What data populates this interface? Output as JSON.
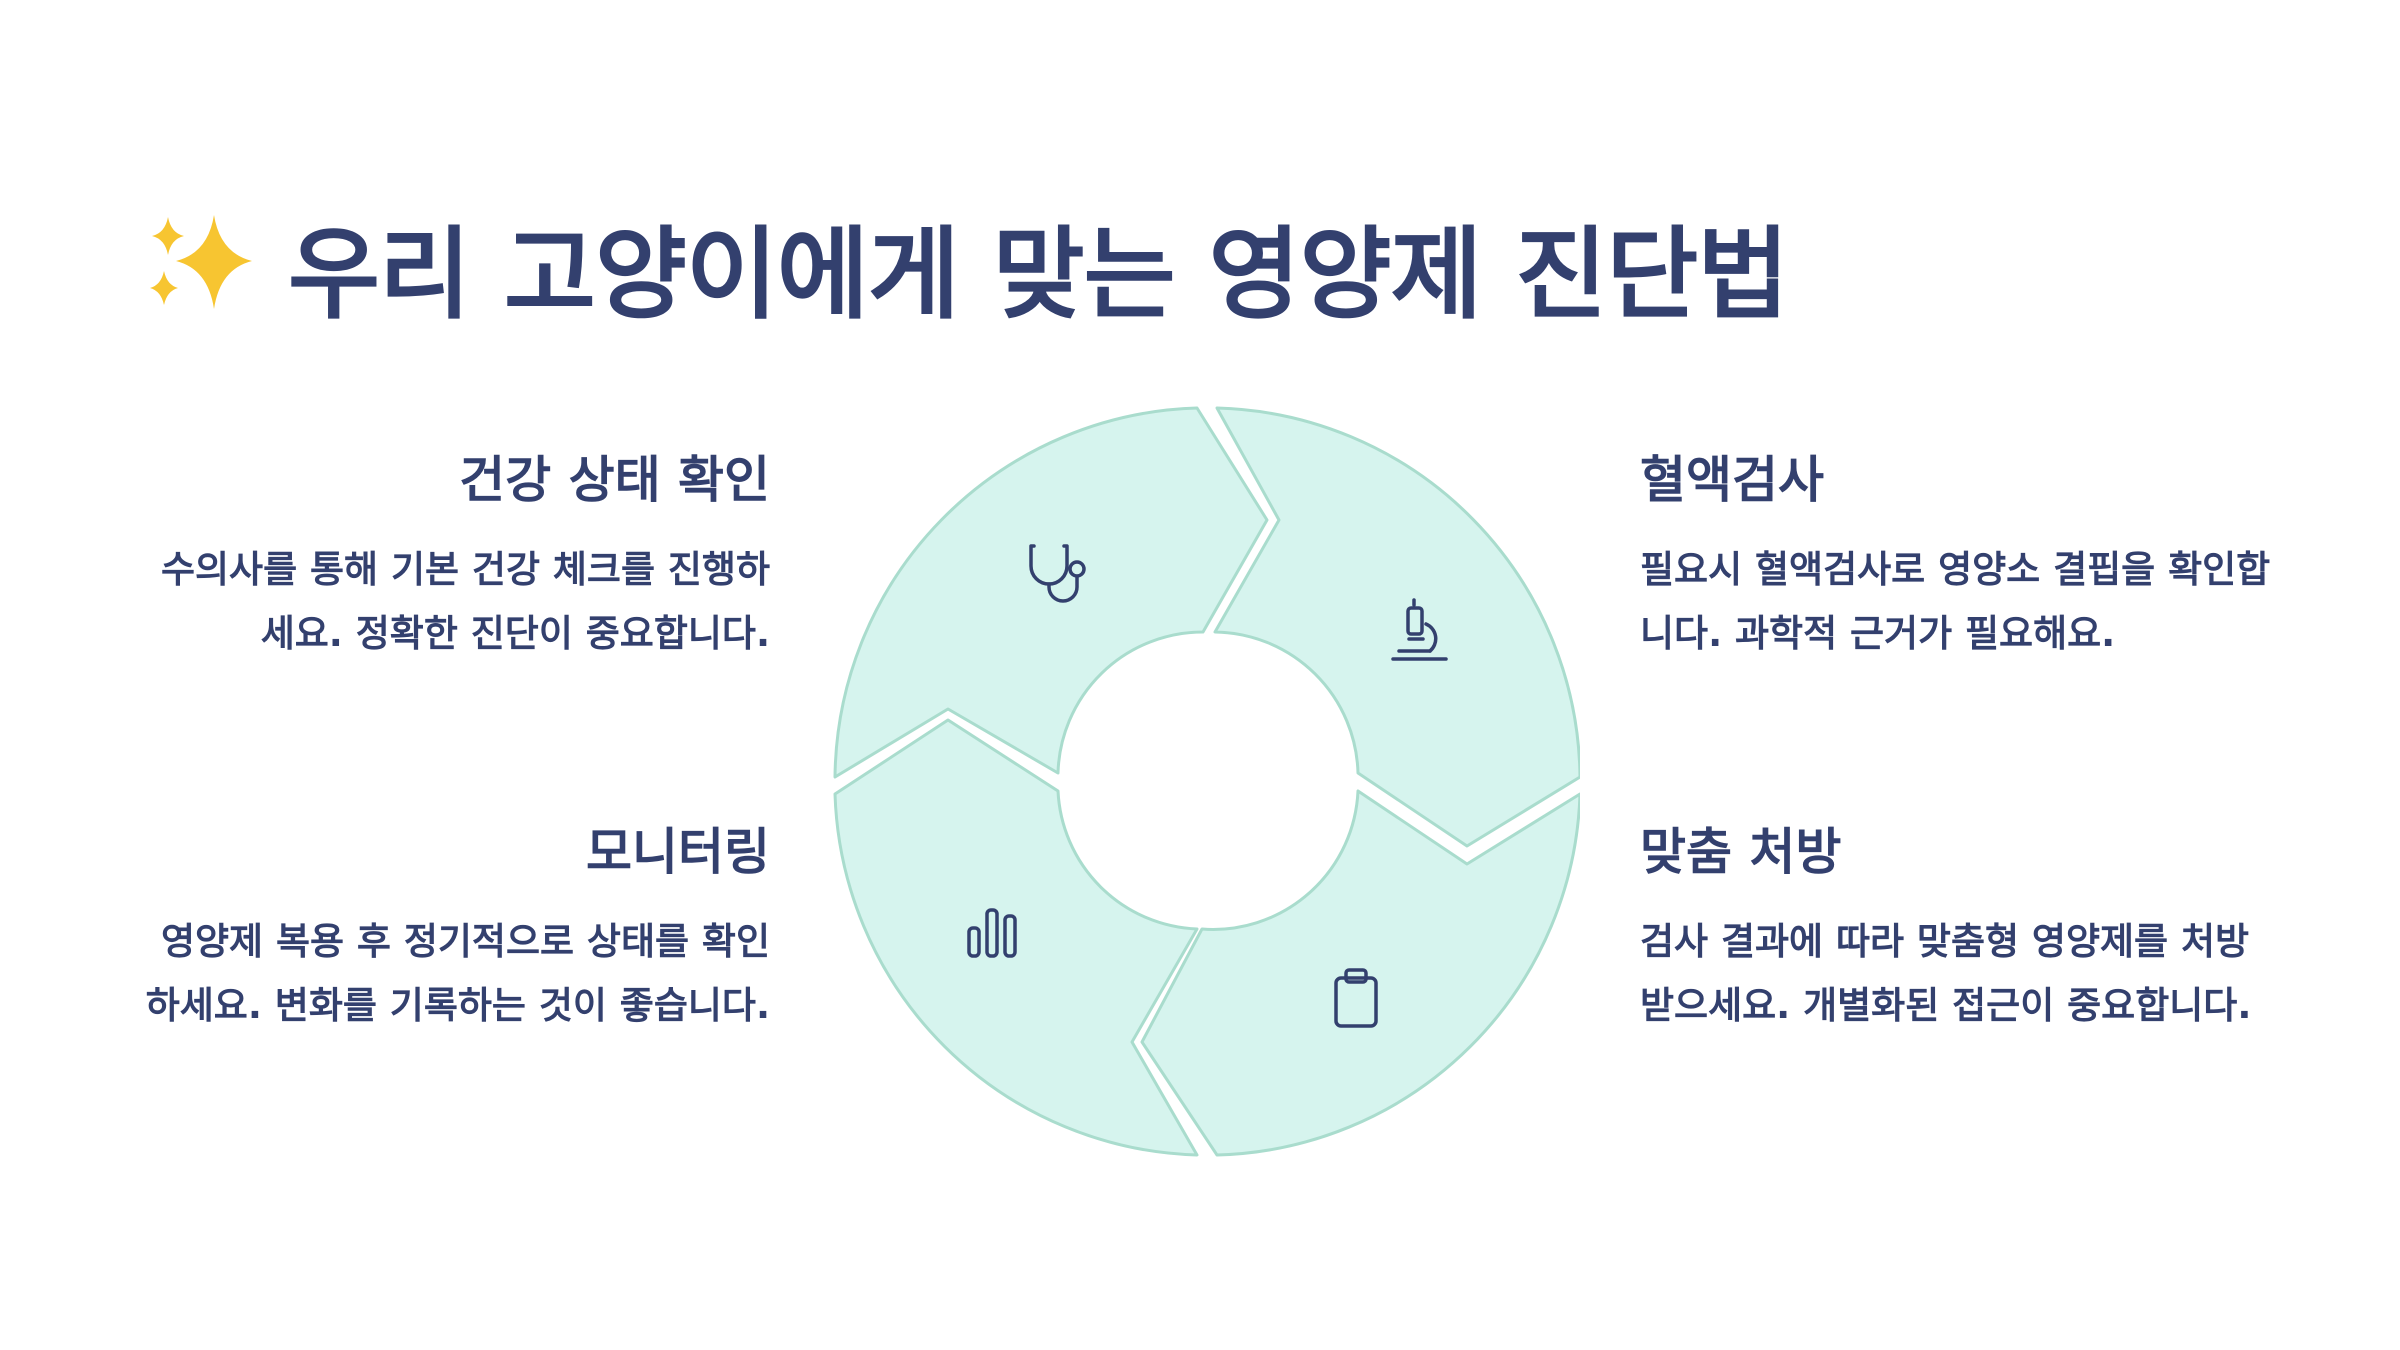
{
  "title": "우리 고양이에게 맞는 영양제 진단법",
  "colors": {
    "text": "#33406e",
    "segment_fill": "#d6f4ee",
    "segment_stroke": "#a9dccd",
    "sparkle": "#f7c531"
  },
  "steps": [
    {
      "title": "건강 상태 확인",
      "description": "수의사를 통해 기본 건강 체크를 진행하세요. 정확한 진단이 중요합니다.",
      "icon": "stethoscope-icon"
    },
    {
      "title": "혈액검사",
      "description": "필요시 혈액검사로 영양소 결핍을 확인합니다. 과학적 근거가 필요해요.",
      "icon": "microscope-icon"
    },
    {
      "title": "맞춤 처방",
      "description": "검사 결과에 따라 맞춤형 영양제를 처방받으세요. 개별화된 접근이 중요합니다.",
      "icon": "clipboard-icon"
    },
    {
      "title": "모니터링",
      "description": "영양제 복용 후 정기적으로 상태를 확인하세요. 변화를 기록하는 것이 좋습니다.",
      "icon": "bar-chart-icon"
    }
  ]
}
